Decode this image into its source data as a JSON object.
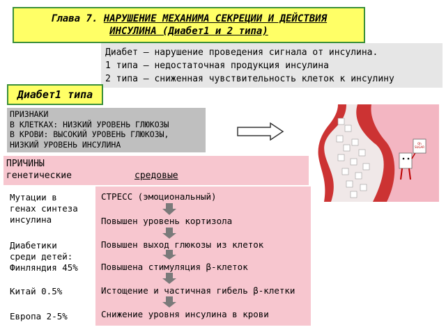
{
  "title": {
    "line1_prefix": "Глава 7. ",
    "line1_rest": "НАРУШЕНИЕ МЕХАНИМА СЕКРЕЦИИ И ДЕЙСТВИЯ",
    "line2": "ИНСУЛИНА (Диабет1 и 2 типа)"
  },
  "definition": {
    "line1": "Диабет – нарушение проведения сигнала от инсулина.",
    "line2": "1 типа – недостаточная продукция инсулина",
    "line3": "2 типа – сниженная чувствительность клеток к инсулину"
  },
  "type_label": "Диабет1 типа",
  "signs": {
    "line1": "ПРИЗНАКИ",
    "line2": "В КЛЕТКАХ: НИЗКИЙ УРОВЕНЬ ГЛЮКОЗЫ",
    "line3": "В КРОВИ: ВЫСОКИЙ УРОВЕНЬ ГЛЮКОЗЫ,",
    "line4": "НИЗКИЙ УРОВЕНЬ ИНСУЛИНА"
  },
  "causes": {
    "heading": "ПРИЧИНЫ",
    "genetic": "генетические",
    "environmental": "средовые"
  },
  "genetic_list": {
    "l1": "Мутации в",
    "l2": "генах синтеза",
    "l3": "инсулина",
    "l4": "Диабетики",
    "l5": "среди детей:",
    "l6": "Финляндия 45%",
    "l7": "Китай 0.5%",
    "l8": "Европа 2-5%"
  },
  "env_chain": {
    "s1": "СТРЕСС (эмоциональный)",
    "s2": "Повышен уровень кортизола",
    "s3": "Повышен выход глюкозы из клеток",
    "s4": "Повышена стимуляция β-клеток",
    "s5": "Истощение и частичная гибель β-клетки",
    "s6": "Снижение уровня инсулина в крови"
  },
  "illustration_sign": "Oh SUGAR",
  "colors": {
    "title_bg": "#ffff66",
    "title_border": "#3a8f3a",
    "pink": "#f7c6cf",
    "gray_light": "#e6e6e6",
    "gray": "#bfbfbf",
    "arrow": "#7a7a7a"
  }
}
